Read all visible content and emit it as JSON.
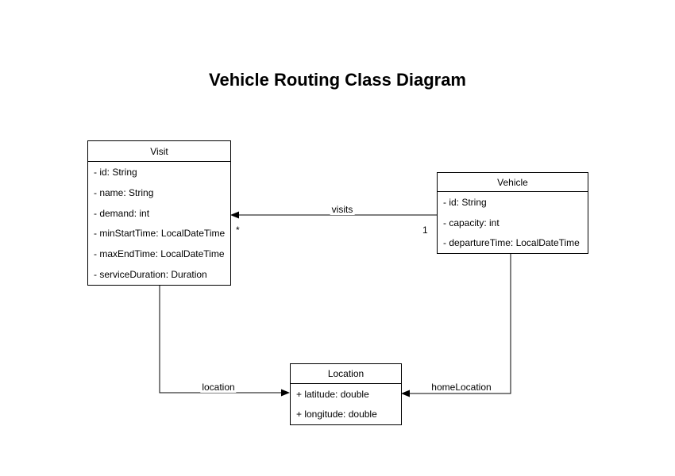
{
  "title": "Vehicle Routing Class Diagram",
  "classes": [
    {
      "name": "Visit",
      "attributes": [
        "- id: String",
        "- name: String",
        "- demand: int",
        "- minStartTime: LocalDateTime",
        "- maxEndTime: LocalDateTime",
        "- serviceDuration: Duration"
      ]
    },
    {
      "name": "Vehicle",
      "attributes": [
        "- id: String",
        "- capacity: int",
        "- departureTime: LocalDateTime"
      ]
    },
    {
      "name": "Location",
      "attributes": [
        "+ latitude: double",
        "+ longitude: double"
      ]
    }
  ],
  "relations": [
    {
      "label": "visits",
      "from": "Vehicle",
      "to": "Visit",
      "source_multiplicity": "1",
      "target_multiplicity": "*"
    },
    {
      "label": "location",
      "from": "Visit",
      "to": "Location"
    },
    {
      "label": "homeLocation",
      "from": "Vehicle",
      "to": "Location"
    }
  ],
  "colors": {
    "background": "#ffffff",
    "line": "#000000",
    "box_fill": "#ffffff",
    "text": "#000000"
  }
}
